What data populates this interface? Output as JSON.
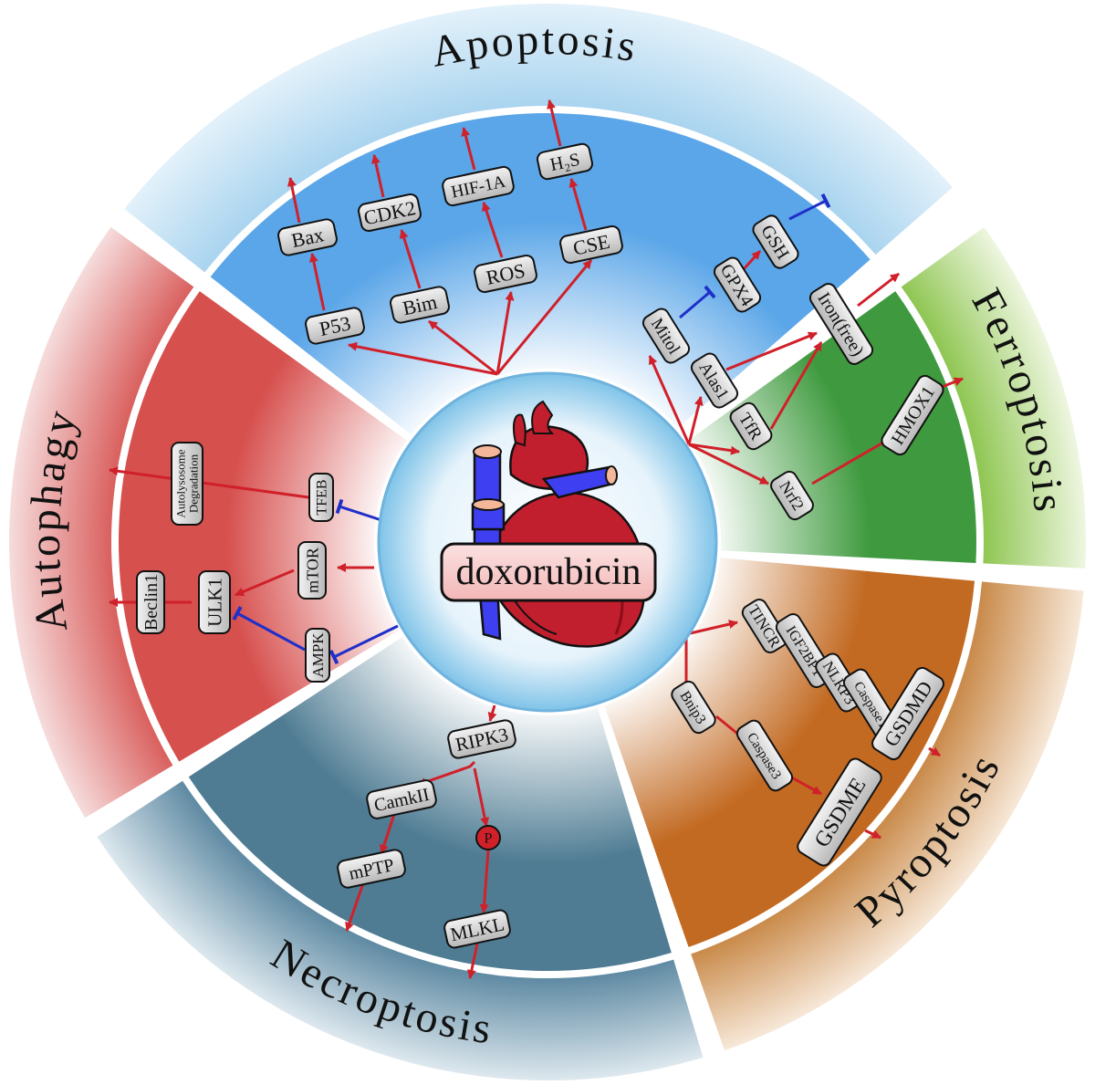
{
  "center": {
    "label": "doxorubicin",
    "icon": "heart-icon"
  },
  "sectors": [
    {
      "id": "apoptosis",
      "title": "Apoptosis",
      "colors": {
        "outer": "#a9d4ef",
        "outer_light": "#e3f1fa",
        "inner": "#5ba6e8",
        "inner_light": "#ffffff"
      },
      "nodes": [
        "P53",
        "Bim",
        "ROS",
        "CSE",
        "Bax",
        "CDK2",
        "HIF-1A",
        "H₂S"
      ]
    },
    {
      "id": "ferroptosis",
      "title": "Ferroptosis",
      "colors": {
        "outer": "#8fc652",
        "outer_light": "#eef6e0",
        "inner": "#3f9a3f",
        "inner_light": "#ffffff"
      },
      "nodes": [
        "GSH",
        "GPX4",
        "Iron(free)",
        "Mitol",
        "Alas1",
        "TfR",
        "HMOX1",
        "Nrf2"
      ]
    },
    {
      "id": "pyroptosis",
      "title": "Pyroptosis",
      "colors": {
        "outer": "#c98a4a",
        "outer_light": "#f7e8d8",
        "inner": "#c26a22",
        "inner_light": "#ffffff"
      },
      "nodes": [
        "TINCR",
        "IGF2BP1",
        "NLRP3",
        "Caspase1",
        "GSDMD",
        "Bnip3",
        "Caspase3",
        "GSDME"
      ]
    },
    {
      "id": "necroptosis",
      "title": "Necroptosis",
      "colors": {
        "outer": "#5f8aa3",
        "outer_light": "#dde8ee",
        "inner": "#4f7c93",
        "inner_light": "#ffffff"
      },
      "nodes": [
        "RIPK3",
        "CamkII",
        "P",
        "mPTP",
        "MLKL"
      ]
    },
    {
      "id": "autophagy",
      "title": "Autophagy",
      "colors": {
        "outer": "#d9605e",
        "outer_light": "#f6dcdc",
        "inner": "#d6504e",
        "inner_light": "#ffffff"
      },
      "nodes": [
        "Autolysosome Degradation",
        "TFEB",
        "mTOR",
        "ULK1",
        "Beclin1",
        "AMPK"
      ]
    }
  ],
  "edge_colors": {
    "activation": "#d0202a",
    "inhibition": "#1f2fc9"
  }
}
